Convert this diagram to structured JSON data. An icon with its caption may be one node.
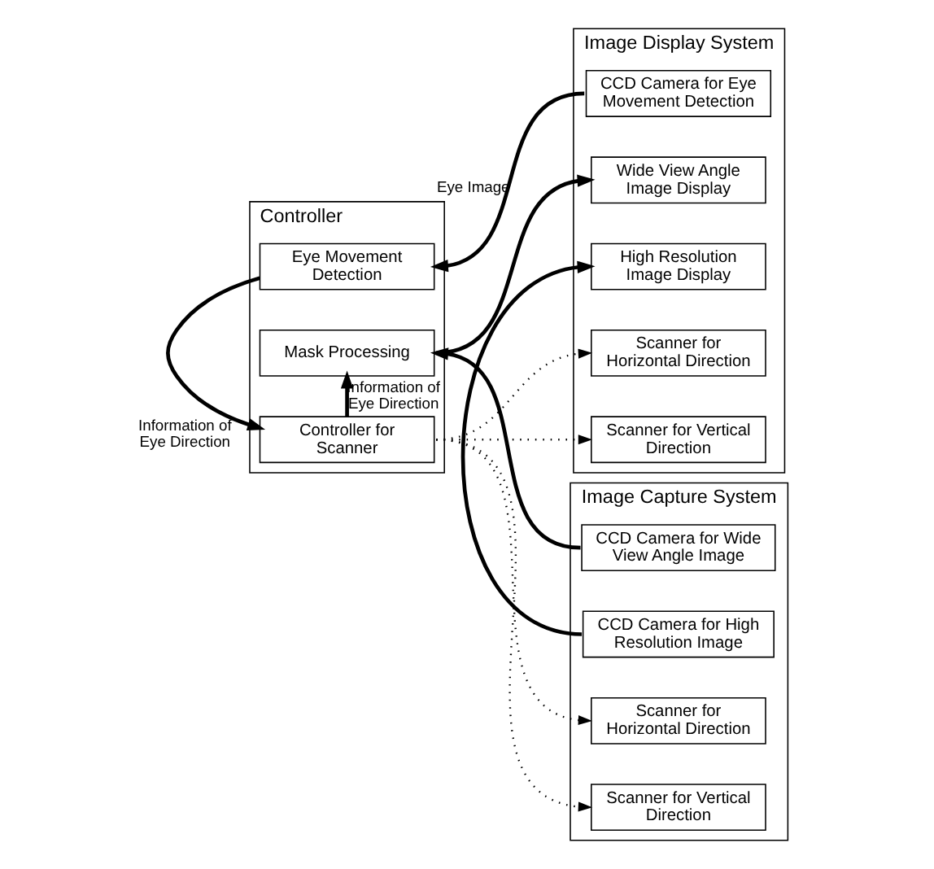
{
  "diagram": {
    "nodes": [
      {
        "text": [
          "Controller"
        ]
      },
      {
        "text": [
          "Eye Movement Detection"
        ],
        "in": 0
      },
      {
        "text": [
          "Mask Processing"
        ],
        "in": 0
      },
      {
        "text": [
          "Controller for Scanner"
        ],
        "in": 0
      },
      {
        "text": [
          "Image Display System"
        ]
      },
      {
        "text": [
          "CCD Camera for Eye Movement Detection"
        ],
        "in": 4
      },
      {
        "text": [
          "Wide View Angle Image Display"
        ],
        "in": 4
      },
      {
        "text": [
          "High Resolution Image Display"
        ],
        "in": 4
      },
      {
        "text": [
          "Scanner for Horizontal Direction"
        ],
        "in": 4
      },
      {
        "text": [
          "Scanner for Vertical Direction"
        ],
        "in": 4
      },
      {
        "text": [
          "Image Capture System"
        ]
      },
      {
        "text": [
          "CCD Camera for Wide View Angle Image"
        ],
        "in": 10
      },
      {
        "text": [
          "CCD Camera for High Resolution Image"
        ],
        "in": 10
      },
      {
        "text": [
          "Scanner for Horizontal Direction"
        ],
        "in": 10
      },
      {
        "text": [
          "Scanner for Vertical Direction"
        ],
        "in": 10
      }
    ],
    "edges": [
      {
        "from": 5,
        "to": 1,
        "arrow": "to",
        "label": "Eye Image"
      },
      {
        "from": 1,
        "to": 3,
        "arrow": "to",
        "label": "Information of Eye Direction"
      },
      {
        "from": 3,
        "to": 2,
        "arrow": "to",
        "label": "Information of Eye Direction"
      },
      {
        "from": 2,
        "to": 6,
        "arrow": "to"
      },
      {
        "from": 11,
        "to": 2,
        "arrow": "to"
      },
      {
        "from": 12,
        "to": 7,
        "arrow": "to"
      },
      {
        "from": 3,
        "to": 8,
        "arrow": "to",
        "style": "dashed"
      },
      {
        "from": 3,
        "to": 9,
        "arrow": "to",
        "style": "dashed"
      },
      {
        "from": 3,
        "to": 13,
        "arrow": "to",
        "style": "dashed"
      },
      {
        "from": 3,
        "to": 14,
        "arrow": "to",
        "style": "dashed"
      }
    ]
  }
}
